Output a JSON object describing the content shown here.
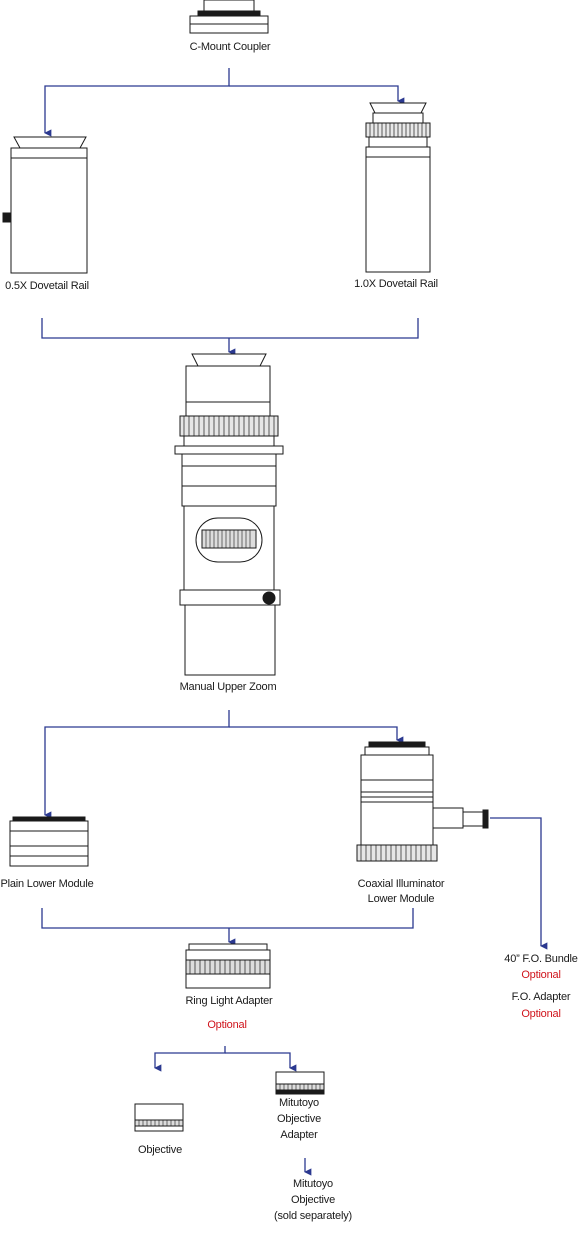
{
  "labels": {
    "c_mount_coupler": "C-Mount Coupler",
    "dovetail_05x": "0.5X Dovetail Rail",
    "dovetail_10x": "1.0X Dovetail Rail",
    "manual_upper_zoom": "Manual Upper Zoom",
    "plain_lower_module": "Plain Lower Module",
    "coaxial_line1": "Coaxial Illuminator",
    "coaxial_line2": "Lower Module",
    "fo_bundle": "40” F.O. Bundle",
    "fo_bundle_optional": "Optional",
    "fo_adapter": "F.O. Adapter",
    "fo_adapter_optional": "Optional",
    "ring_light_adapter": "Ring Light Adapter",
    "ring_light_optional": "Optional",
    "objective": "Objective",
    "mitutoyo_adapter_l1": "Mitutoyo",
    "mitutoyo_adapter_l2": "Objective",
    "mitutoyo_adapter_l3": "Adapter",
    "mitutoyo_obj_l1": "Mitutoyo",
    "mitutoyo_obj_l2": "Objective",
    "mitutoyo_obj_l3": "(sold separately)"
  },
  "colors": {
    "connector": "#2b3990",
    "optional": "#d0141c",
    "outline": "#1a1a1a"
  }
}
